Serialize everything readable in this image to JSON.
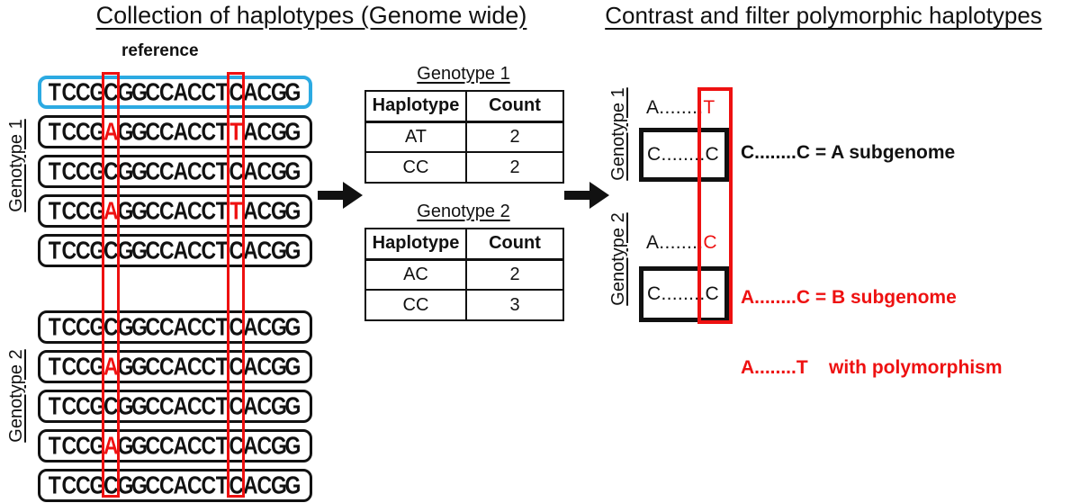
{
  "colors": {
    "red": "#ee1111",
    "cyan": "#2caae2",
    "black": "#111111"
  },
  "left": {
    "title": "Collection of haplotypes (Genome wide)",
    "reference_label": "reference",
    "reference": {
      "text": "TCCGCGGCCACCTCACGG",
      "red_positions": []
    },
    "highlight_positions": [
      4,
      13
    ],
    "genotypes": [
      {
        "label": "Genotype 1",
        "sequences": [
          {
            "text": "TCCGAGGCCACCTTACGG",
            "red_positions": [
              4,
              13
            ]
          },
          {
            "text": "TCCGCGGCCACCTCACGG",
            "red_positions": []
          },
          {
            "text": "TCCGAGGCCACCTTACGG",
            "red_positions": [
              4,
              13
            ]
          },
          {
            "text": "TCCGCGGCCACCTCACGG",
            "red_positions": []
          }
        ]
      },
      {
        "label": "Genotype 2",
        "sequences": [
          {
            "text": "TCCGCGGCCACCTCACGG",
            "red_positions": []
          },
          {
            "text": "TCCGAGGCCACCTCACGG",
            "red_positions": [
              4
            ]
          },
          {
            "text": "TCCGCGGCCACCTCACGG",
            "red_positions": []
          },
          {
            "text": "TCCGAGGCCACCTCACGG",
            "red_positions": [
              4
            ]
          },
          {
            "text": "TCCGCGGCCACCTCACGG",
            "red_positions": []
          }
        ]
      }
    ]
  },
  "middle": {
    "tables": [
      {
        "title": "Genotype 1",
        "headers": [
          "Haplotype",
          "Count"
        ],
        "rows": [
          [
            "AT",
            "2"
          ],
          [
            "CC",
            "2"
          ]
        ]
      },
      {
        "title": "Genotype 2",
        "headers": [
          "Haplotype",
          "Count"
        ],
        "rows": [
          [
            "AC",
            "2"
          ],
          [
            "CC",
            "3"
          ]
        ]
      }
    ]
  },
  "right": {
    "title": "Contrast and filter polymorphic haplotypes",
    "groups": [
      {
        "label": "Genotype 1",
        "free_black": "A........",
        "free_red": "T",
        "box_text": "C........C"
      },
      {
        "label": "Genotype 2",
        "free_black": "A........",
        "free_red": "C",
        "box_text": "C........C"
      }
    ],
    "notes": {
      "black": "C........C = A subgenome",
      "red_line1": "A........C = B subgenome",
      "red_line2": "A........T    with polymorphism"
    }
  }
}
